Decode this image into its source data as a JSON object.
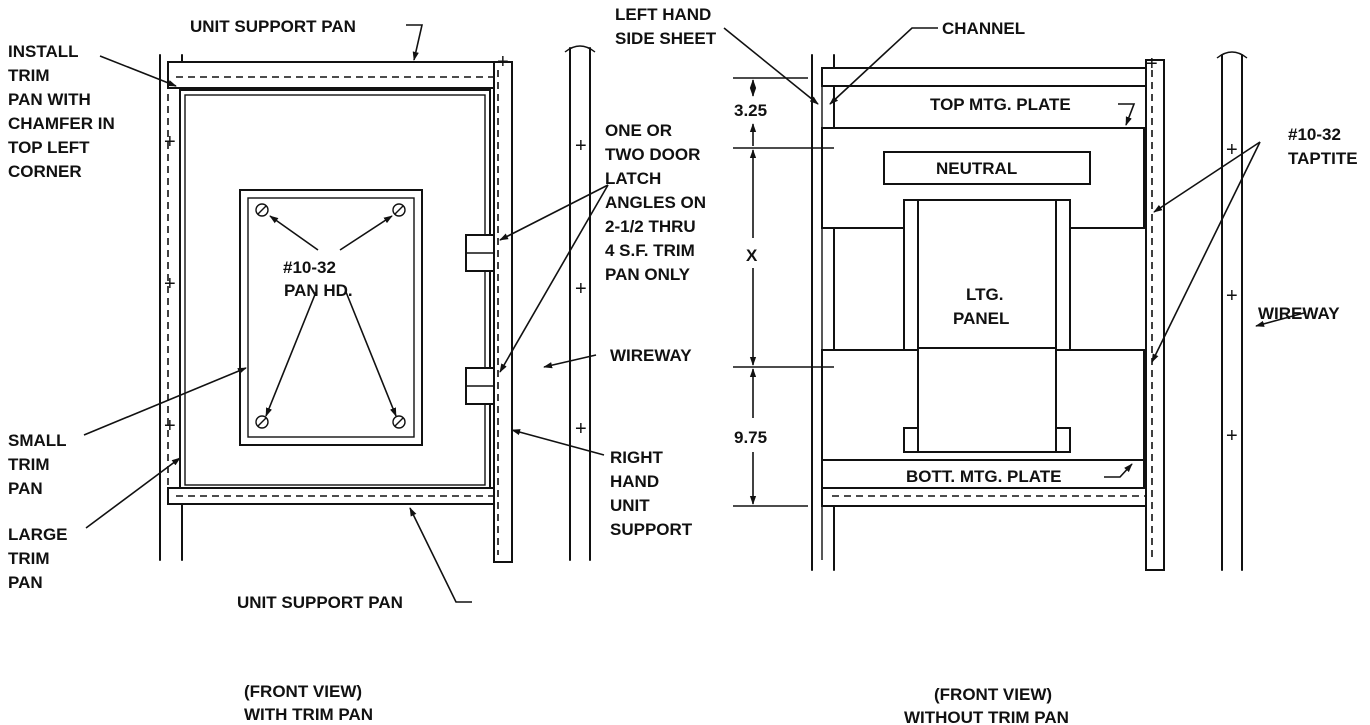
{
  "left_view": {
    "labels": {
      "unit_support_pan_top": "UNIT SUPPORT PAN",
      "install_trim": [
        "INSTALL",
        "TRIM",
        "PAN WITH",
        "CHAMFER IN",
        "TOP LEFT",
        "CORNER"
      ],
      "screw": [
        "#10-32",
        "PAN HD."
      ],
      "door_latch": [
        "ONE OR",
        "TWO DOOR",
        "LATCH",
        "ANGLES ON",
        "2-1/2 THRU",
        "4 S.F. TRIM",
        "PAN ONLY"
      ],
      "wireway": "WIREWAY",
      "small_trim_pan": [
        "SMALL",
        "TRIM",
        "PAN"
      ],
      "large_trim_pan": [
        "LARGE",
        "TRIM",
        "PAN"
      ],
      "right_hand_unit_support": [
        "RIGHT",
        "HAND",
        "UNIT",
        "SUPPORT"
      ],
      "unit_support_pan_bottom": "UNIT SUPPORT PAN"
    },
    "caption": [
      "(FRONT VIEW)",
      "WITH TRIM PAN"
    ]
  },
  "right_view": {
    "labels": {
      "left_hand_side_sheet": [
        "LEFT HAND",
        "SIDE SHEET"
      ],
      "channel": "CHANNEL",
      "top_mtg_plate": "TOP MTG. PLATE",
      "neutral": "NEUTRAL",
      "ltg_panel": [
        "LTG.",
        "PANEL"
      ],
      "taptite": [
        "#10-32",
        "TAPTITE"
      ],
      "wireway": "WIREWAY",
      "bott_mtg_plate": "BOTT. MTG. PLATE"
    },
    "dimensions": {
      "top": "3.25",
      "middle": "X",
      "bottom": "9.75"
    },
    "caption": [
      "(FRONT VIEW)",
      "WITHOUT TRIM PAN"
    ]
  }
}
